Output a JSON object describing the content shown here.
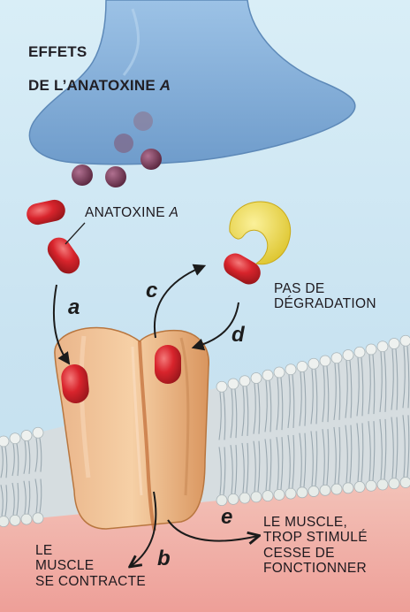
{
  "title": {
    "line1": "EFFETS",
    "line2_prefix": "DE L’ANATOXINE ",
    "line2_italic": "A"
  },
  "labels": {
    "toxin_prefix": "ANATOXINE ",
    "toxin_italic": "A",
    "no_degradation": "PAS DE\nDÉGRADATION",
    "muscle_contracts": "LE\nMUSCLE\nSE CONTRACTE",
    "muscle_overstimulated": "LE MUSCLE,\nTROP STIMULÉ\nCESSE DE\nFONCTIONNER"
  },
  "steps": {
    "a": "a",
    "b": "b",
    "c": "c",
    "d": "d",
    "e": "e"
  },
  "colors": {
    "background": "#cfe6f3",
    "terminal": "#7aa8d2",
    "vesicle": "#6a2c4a",
    "toxin": "#d8242c",
    "enzyme": "#f0dc3e",
    "receptor": "#e8ad7a",
    "membrane_head": "#e3e8e6",
    "muscle": "#f1b4ac"
  }
}
